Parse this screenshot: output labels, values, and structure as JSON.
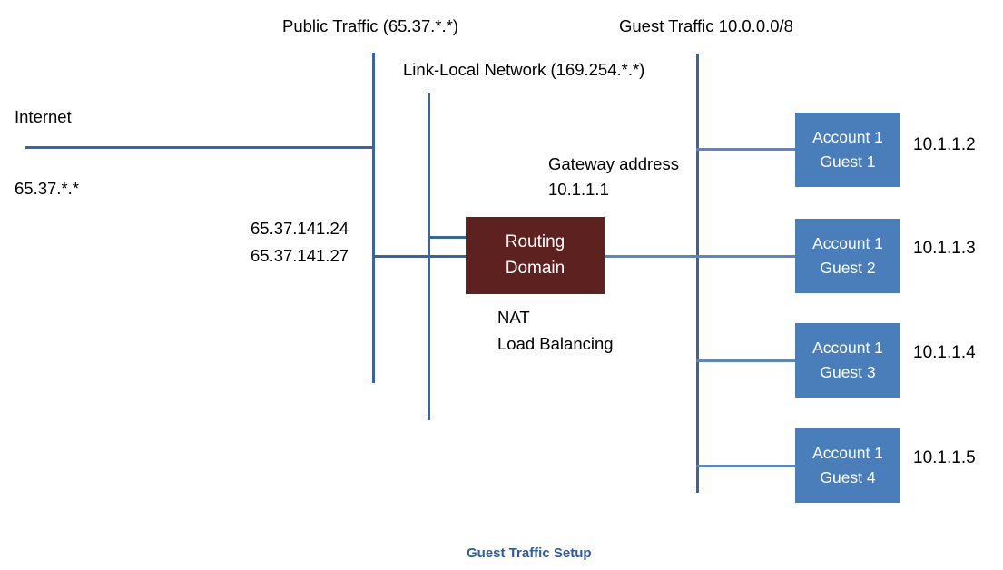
{
  "diagram": {
    "caption": "Guest Traffic Setup",
    "colors": {
      "line": "#3d6498",
      "line_light": "#5b87bf",
      "guest_box_fill": "#4a7ebb",
      "routing_box_fill": "#5d2120",
      "caption_text": "#2e5c99",
      "background": "#ffffff",
      "text": "#000000"
    },
    "headers": {
      "public_traffic": "Public Traffic (65.37.*.*)",
      "link_local": "Link-Local Network (169.254.*.*)",
      "guest_traffic": "Guest Traffic 10.0.0.0/8"
    },
    "labels": {
      "internet": "Internet",
      "internet_subnet": "65.37.*.*",
      "public_ip_1": "65.37.141.24",
      "public_ip_2": "65.37.141.27",
      "gateway_line_1": "Gateway address",
      "gateway_line_2": "10.1.1.1",
      "nat": "NAT",
      "load_balancing": "Load Balancing"
    },
    "routing_domain": {
      "line_1": "Routing",
      "line_2": "Domain"
    },
    "guests": [
      {
        "account": "Account 1",
        "guest": "Guest 1",
        "ip": "10.1.1.2"
      },
      {
        "account": "Account 1",
        "guest": "Guest 2",
        "ip": "10.1.1.3"
      },
      {
        "account": "Account 1",
        "guest": "Guest 3",
        "ip": "10.1.1.4"
      },
      {
        "account": "Account 1",
        "guest": "Guest 4",
        "ip": "10.1.1.5"
      }
    ]
  }
}
